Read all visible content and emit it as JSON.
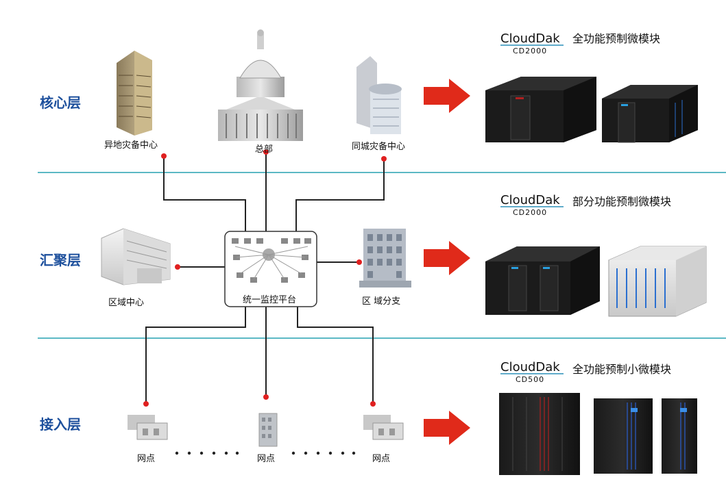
{
  "colors": {
    "divider": "#5bb8c4",
    "layer_label": "#1c4f9c",
    "connector": "#222222",
    "endpoint": "#e02020",
    "arrow": "#e02a1a",
    "brand_underline": "#2a8fb8"
  },
  "layers": [
    {
      "label": "核心层"
    },
    {
      "label": "汇聚层"
    },
    {
      "label": "接入层"
    }
  ],
  "nodes": {
    "remote_dr": "异地灾备中心",
    "headquarters": "总部",
    "local_dr": "同城灾备中心",
    "regional_center": "区域中心",
    "monitor_platform": "统一监控平台",
    "regional_branch": "区 域分支",
    "outlet_1": "网点",
    "outlet_2": "网点",
    "outlet_3": "网点"
  },
  "products": [
    {
      "brand": "CloudDak",
      "model": "CD2000",
      "description": "全功能预制微模块"
    },
    {
      "brand": "CloudDak",
      "model": "CD2000",
      "description": "部分功能预制微模块"
    },
    {
      "brand": "CloudDak",
      "model": "CD500",
      "description": "全功能预制小微模块"
    }
  ]
}
